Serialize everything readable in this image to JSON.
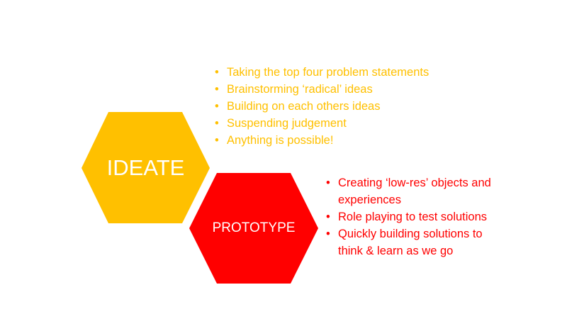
{
  "colors": {
    "ideate": "#FFC000",
    "prototype": "#FF0000"
  },
  "ideate": {
    "title": "IDEATE",
    "bullets": [
      "Taking the top four problem statements",
      "Brainstorming ‘radical’ ideas",
      "Building on each others ideas",
      "Suspending judgement",
      "Anything is possible!"
    ]
  },
  "prototype": {
    "title": "PROTOTYPE",
    "bullets": [
      "Creating ‘low-res’ objects and experiences",
      "Role playing to test solutions",
      "Quickly building solutions to think & learn as we go"
    ]
  },
  "bullet_char": "•"
}
